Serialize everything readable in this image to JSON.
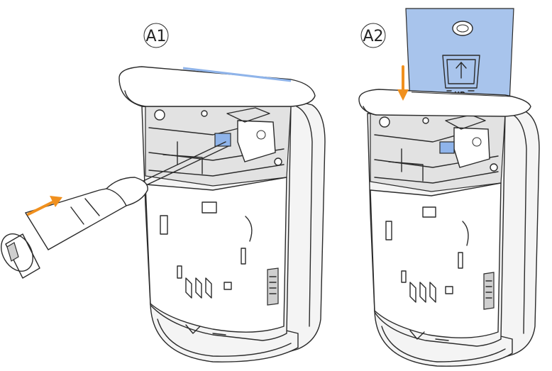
{
  "steps": [
    {
      "id": "A1",
      "label": "A1"
    },
    {
      "id": "A2",
      "label": "A2"
    }
  ],
  "card": {
    "marking": "UP"
  },
  "colors": {
    "arrow": "#f0901e",
    "card": "#a8c4ec",
    "highlight": "#8fb4ea",
    "outline": "#2b2b2b",
    "body": "#f4f4f4"
  },
  "icons": [
    "screwdriver-icon",
    "arrow-icon",
    "up-arrow-icon"
  ]
}
